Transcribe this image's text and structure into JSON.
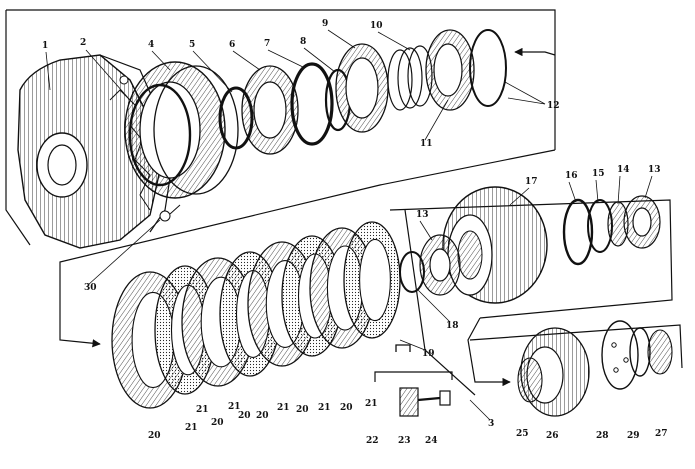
{
  "diagram": {
    "callouts": [
      {
        "id": "1",
        "text": "1"
      },
      {
        "id": "2",
        "text": "2"
      },
      {
        "id": "3",
        "text": "3"
      },
      {
        "id": "4",
        "text": "4"
      },
      {
        "id": "5",
        "text": "5"
      },
      {
        "id": "6",
        "text": "6"
      },
      {
        "id": "7",
        "text": "7"
      },
      {
        "id": "8",
        "text": "8"
      },
      {
        "id": "9",
        "text": "9"
      },
      {
        "id": "10",
        "text": "10"
      },
      {
        "id": "11",
        "text": "11"
      },
      {
        "id": "12",
        "text": "12"
      },
      {
        "id": "13a",
        "text": "13"
      },
      {
        "id": "13b",
        "text": "13"
      },
      {
        "id": "14",
        "text": "14"
      },
      {
        "id": "15",
        "text": "15"
      },
      {
        "id": "16",
        "text": "16"
      },
      {
        "id": "17",
        "text": "17"
      },
      {
        "id": "18",
        "text": "18"
      },
      {
        "id": "19",
        "text": "19"
      },
      {
        "id": "20a",
        "text": "20"
      },
      {
        "id": "20b",
        "text": "20"
      },
      {
        "id": "20c",
        "text": "20"
      },
      {
        "id": "20d",
        "text": "20"
      },
      {
        "id": "20e",
        "text": "20"
      },
      {
        "id": "20f",
        "text": "20"
      },
      {
        "id": "21a",
        "text": "21"
      },
      {
        "id": "21b",
        "text": "21"
      },
      {
        "id": "21c",
        "text": "21"
      },
      {
        "id": "21d",
        "text": "21"
      },
      {
        "id": "21e",
        "text": "21"
      },
      {
        "id": "21f",
        "text": "21"
      },
      {
        "id": "22",
        "text": "22"
      },
      {
        "id": "23",
        "text": "23"
      },
      {
        "id": "24",
        "text": "24"
      },
      {
        "id": "25",
        "text": "25"
      },
      {
        "id": "26",
        "text": "26"
      },
      {
        "id": "27",
        "text": "27"
      },
      {
        "id": "28",
        "text": "28"
      },
      {
        "id": "29",
        "text": "29"
      },
      {
        "id": "30",
        "text": "30"
      }
    ]
  }
}
